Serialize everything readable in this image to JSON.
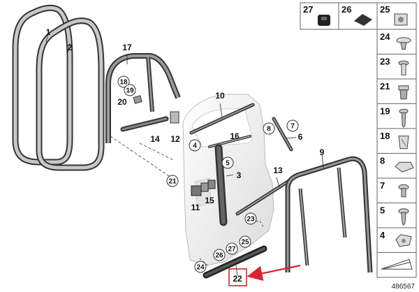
{
  "diagram": {
    "reference_number": "486567",
    "callouts": [
      {
        "id": "c1",
        "label": "1"
      },
      {
        "id": "c2",
        "label": "2"
      },
      {
        "id": "c17",
        "label": "17"
      },
      {
        "id": "c14",
        "label": "14"
      },
      {
        "id": "c12",
        "label": "12"
      },
      {
        "id": "c10",
        "label": "10"
      },
      {
        "id": "c16",
        "label": "16"
      },
      {
        "id": "c6",
        "label": "6"
      },
      {
        "id": "c3",
        "label": "3"
      },
      {
        "id": "c13",
        "label": "13"
      },
      {
        "id": "c9",
        "label": "9"
      },
      {
        "id": "c15",
        "label": "15"
      },
      {
        "id": "c11",
        "label": "11"
      },
      {
        "id": "c20",
        "label": "20"
      },
      {
        "id": "c22",
        "label": "22"
      }
    ],
    "circled_callouts": [
      {
        "id": "cc18",
        "label": "18"
      },
      {
        "id": "cc19",
        "label": "19"
      },
      {
        "id": "cc4",
        "label": "4"
      },
      {
        "id": "cc5",
        "label": "5"
      },
      {
        "id": "cc7",
        "label": "7"
      },
      {
        "id": "cc8",
        "label": "8"
      },
      {
        "id": "cc21",
        "label": "21"
      },
      {
        "id": "cc23",
        "label": "23"
      },
      {
        "id": "cc25",
        "label": "25"
      },
      {
        "id": "cc26",
        "label": "26"
      },
      {
        "id": "cc27",
        "label": "27"
      },
      {
        "id": "cc24",
        "label": "24"
      }
    ],
    "side_panel": {
      "top_row": [
        {
          "label": "27",
          "icon": "square-grommet-icon"
        },
        {
          "label": "26",
          "icon": "rubber-pad-icon"
        },
        {
          "label": "25",
          "icon": "clip-nut-icon"
        }
      ],
      "column": [
        {
          "label": "24",
          "icon": "push-clip-icon"
        },
        {
          "label": "23",
          "icon": "rivet-icon"
        },
        {
          "label": "21",
          "icon": "expanding-nut-icon"
        },
        {
          "label": "19",
          "icon": "screw-icon"
        },
        {
          "label": "18",
          "icon": "spring-clip-icon"
        },
        {
          "label": "8",
          "icon": "bracket-clip-icon"
        },
        {
          "label": "7",
          "icon": "short-screw-icon"
        },
        {
          "label": "5",
          "icon": "self-tap-screw-icon"
        },
        {
          "label": "4",
          "icon": "nut-clip-icon"
        },
        {
          "label": "",
          "icon": "wedge-shim-icon"
        }
      ]
    },
    "colors": {
      "highlight_box": "#d9232d",
      "arrow": "#d9232d",
      "seal_stroke": "#333333",
      "seal_fill": "#b5b5b5",
      "door_fill": "#efefef",
      "panel_grid": "#666666"
    }
  }
}
